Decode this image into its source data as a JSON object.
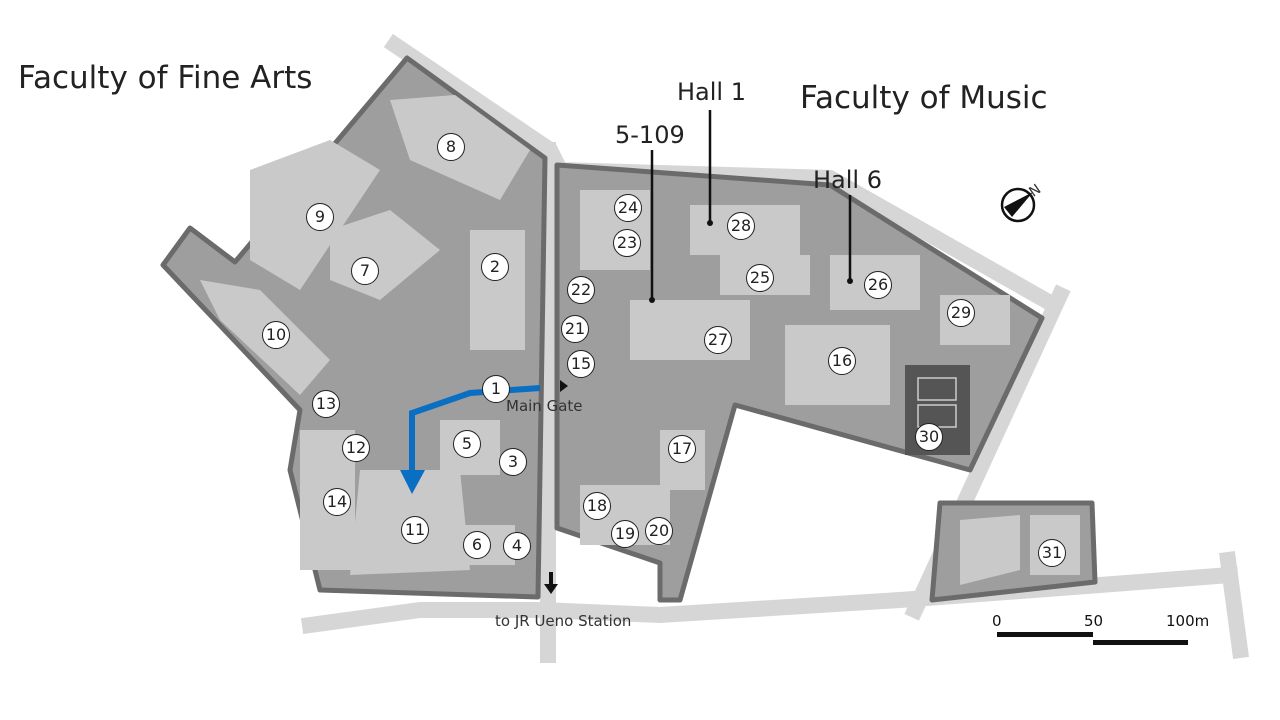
{
  "titles": {
    "fine_arts": "Faculty of Fine Arts",
    "music": "Faculty of Music"
  },
  "callouts": {
    "hall1": "Hall 1",
    "room": "5-109",
    "hall6": "Hall 6"
  },
  "gate": {
    "main_gate": "Main Gate",
    "to_station": "to JR Ueno Station"
  },
  "scale": {
    "t0": "0",
    "t50": "50",
    "t100": "100m"
  },
  "compass": {
    "north": "N"
  },
  "route_color": "#0a6fc2",
  "buildings": [
    "1",
    "2",
    "3",
    "4",
    "5",
    "6",
    "7",
    "8",
    "9",
    "10",
    "11",
    "12",
    "13",
    "14",
    "15",
    "16",
    "17",
    "18",
    "19",
    "20",
    "21",
    "22",
    "23",
    "24",
    "25",
    "26",
    "27",
    "28",
    "29",
    "30",
    "31"
  ]
}
